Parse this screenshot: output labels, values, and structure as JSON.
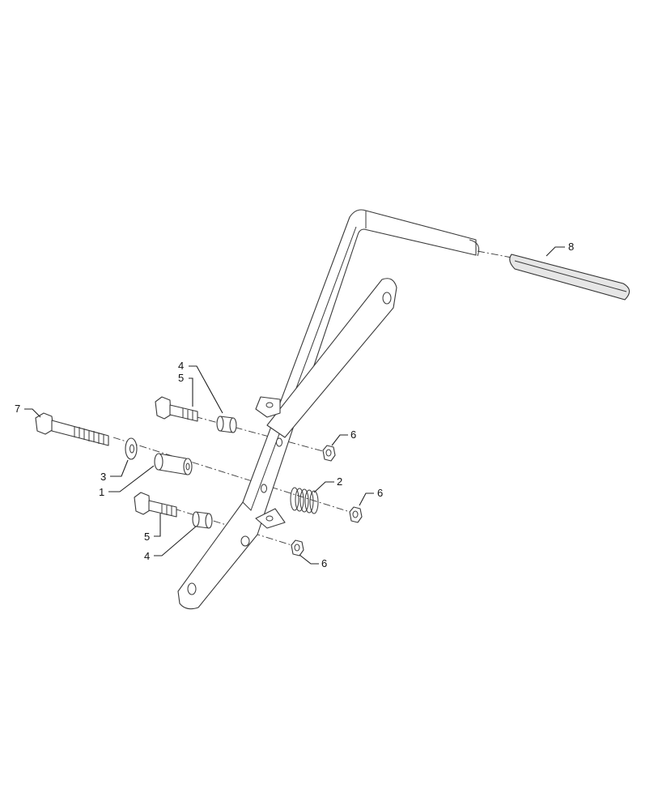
{
  "callouts": {
    "c1": "1",
    "c2": "2",
    "c3": "3",
    "c4a": "4",
    "c4b": "4",
    "c5a": "5",
    "c5b": "5",
    "c6a": "6",
    "c6b": "6",
    "c6c": "6",
    "c7": "7",
    "c8": "8"
  }
}
